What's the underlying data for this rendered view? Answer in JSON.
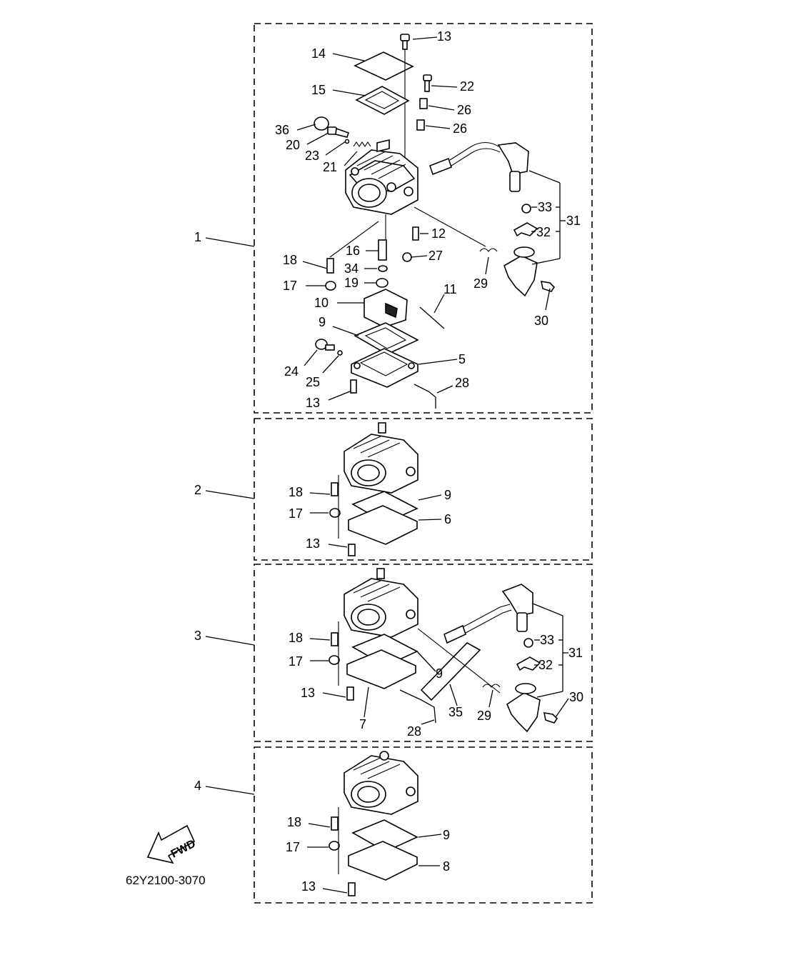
{
  "diagram": {
    "code": "62Y2100-3070",
    "fwd_label": "FWD",
    "groups": [
      {
        "id": "1",
        "label": "1"
      },
      {
        "id": "2",
        "label": "2"
      },
      {
        "id": "3",
        "label": "3"
      },
      {
        "id": "4",
        "label": "4"
      }
    ],
    "callouts": {
      "g1": [
        "13",
        "14",
        "22",
        "15",
        "26",
        "26",
        "36",
        "20",
        "23",
        "21",
        "33",
        "31",
        "32",
        "12",
        "16",
        "27",
        "18",
        "34",
        "17",
        "19",
        "29",
        "30",
        "11",
        "10",
        "9",
        "5",
        "24",
        "25",
        "28",
        "13"
      ],
      "g2": [
        "18",
        "9",
        "17",
        "6",
        "13"
      ],
      "g3": [
        "18",
        "33",
        "31",
        "17",
        "32",
        "9",
        "30",
        "13",
        "35",
        "29",
        "7",
        "28"
      ],
      "g4": [
        "18",
        "9",
        "17",
        "8",
        "13"
      ]
    }
  }
}
